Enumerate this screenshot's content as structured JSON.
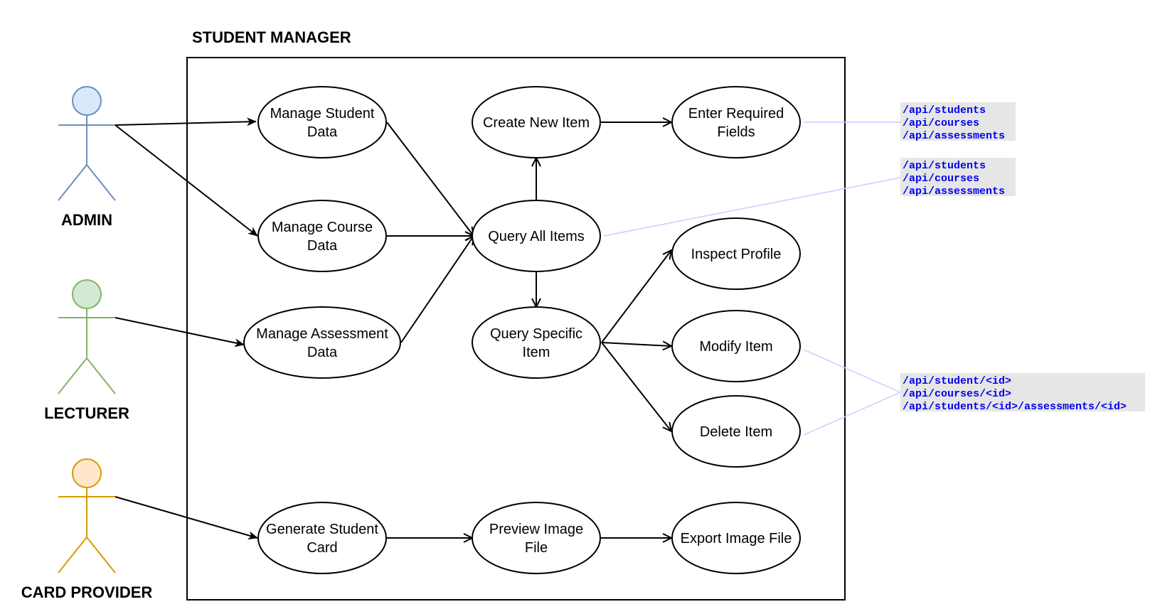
{
  "system": {
    "title": "STUDENT MANAGER"
  },
  "colors": {
    "admin_stroke": "#6c8ebf",
    "admin_fill": "#dae8fc",
    "lecturer_stroke": "#82b366",
    "lecturer_fill": "#d5e8d4",
    "card_stroke": "#d79b00",
    "card_fill": "#ffe6cc",
    "api_text": "#0000ee",
    "api_bg": "#e6e6e6",
    "api_line": "#ccccff"
  },
  "actors": {
    "admin": "ADMIN",
    "lecturer": "LECTURER",
    "card_provider": "CARD PROVIDER"
  },
  "use_cases": {
    "manage_student": [
      "Manage Student",
      "Data"
    ],
    "manage_course": [
      "Manage Course",
      "Data"
    ],
    "manage_assessment": [
      "Manage Assessment",
      "Data"
    ],
    "create_new_item": [
      "Create New Item"
    ],
    "enter_required_fields": [
      "Enter Required",
      "Fields"
    ],
    "query_all_items": [
      "Query All Items"
    ],
    "query_specific_item": [
      "Query Specific",
      "Item"
    ],
    "inspect_profile": [
      "Inspect Profile"
    ],
    "modify_item": [
      "Modify Item"
    ],
    "delete_item": [
      "Delete Item"
    ],
    "generate_card": [
      "Generate Student",
      "Card"
    ],
    "preview_image": [
      "Preview Image",
      "File"
    ],
    "export_image": [
      "Export Image File"
    ]
  },
  "api_notes": {
    "create": [
      "/api/students",
      "/api/courses",
      "/api/assessments"
    ],
    "query_all": [
      "/api/students",
      "/api/courses",
      "/api/assessments"
    ],
    "specific": [
      "/api/student/<id>",
      "/api/courses/<id>",
      "/api/students/<id>/assessments/<id>"
    ]
  }
}
